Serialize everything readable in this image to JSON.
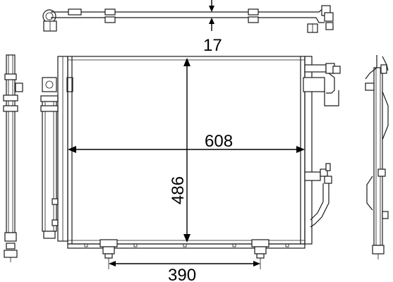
{
  "dimensions": {
    "top_depth": "17",
    "width": "608",
    "height": "486",
    "mount_spacing": "390"
  }
}
